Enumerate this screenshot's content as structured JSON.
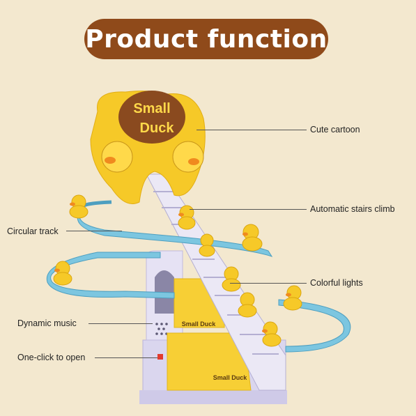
{
  "title": "Product function",
  "sign": {
    "line1": "Small",
    "line2": "Duck"
  },
  "panel_text_1": "Small Duck",
  "panel_text_2": "Small Duck",
  "features_right": [
    "Cute cartoon",
    "Automatic stairs climb",
    "Colorful lights"
  ],
  "features_left": [
    "Circular track",
    "Dynamic music",
    "One-click to open"
  ],
  "colors": {
    "background": "#f3e8cf",
    "title_pill": "#8f4a1a",
    "track": "#7cc6e0",
    "duck_yellow": "#f6c928",
    "base": "#dcd8ee"
  }
}
